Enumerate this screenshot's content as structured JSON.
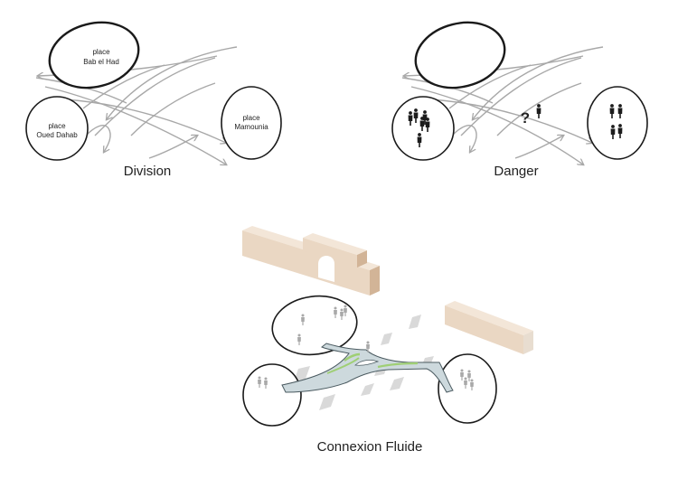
{
  "panels": {
    "division": {
      "caption": "Division",
      "labels": {
        "top": [
          "place",
          "Bab el Had"
        ],
        "left": [
          "place",
          "Oued Dahab"
        ],
        "right": [
          "place",
          "Mamounia"
        ]
      }
    },
    "danger": {
      "caption": "Danger",
      "question_mark": "?"
    },
    "connexion": {
      "caption": "Connexion Fluide"
    }
  },
  "colors": {
    "outline": "#1a1a1a",
    "flow_arrows": "#a8a8a8",
    "wall_face": "#ead7c3",
    "wall_side": "#d2b497",
    "bridge_fill": "#cdd9dd",
    "bridge_planting": "#9fcf74",
    "shadows": "#d9d9d9",
    "people_dark": "#1c1c1c",
    "people_light": "#a9a9a9"
  }
}
